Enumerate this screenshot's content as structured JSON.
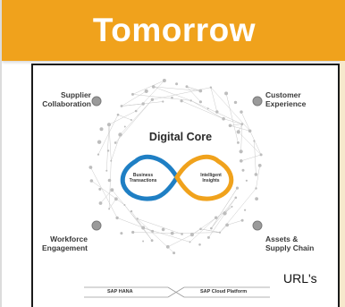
{
  "slide": {
    "title": "Tomorrow",
    "accent_color": "#f0a21c",
    "url_note": "URL's"
  },
  "diagram": {
    "core_title": "Digital Core",
    "loops": {
      "left_label": "Business Transactions",
      "right_label": "Intelligent Insights",
      "left_color": "#1f7fc4",
      "right_color": "#f0a21c"
    },
    "corners": {
      "top_left": "Supplier Collaboration",
      "top_right": "Customer Experience",
      "bottom_left": "Workforce Engagement",
      "bottom_right": "Assets & Supply Chain"
    },
    "platforms": {
      "left": "SAP HANA",
      "right": "SAP Cloud Platform"
    }
  }
}
